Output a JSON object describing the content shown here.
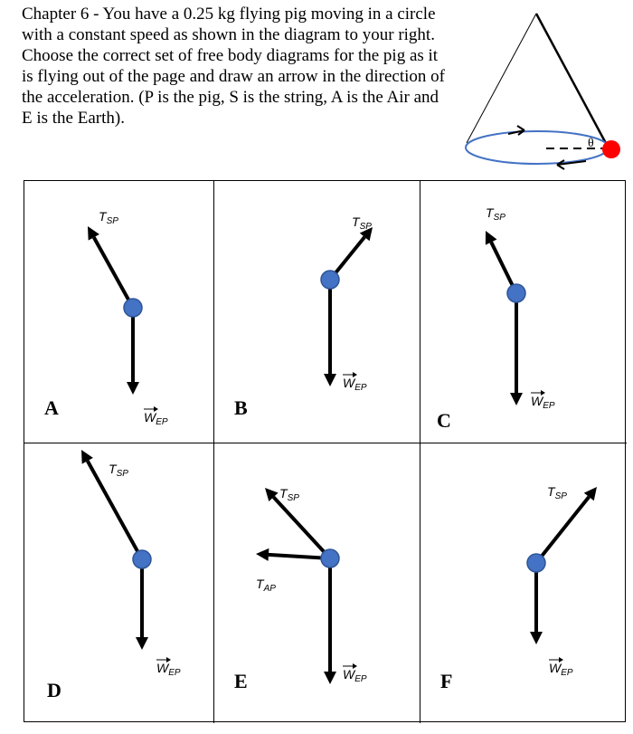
{
  "question": "Chapter 6 - You have a 0.25 kg flying pig moving in a circle with a constant speed as shown in the diagram to your right. Choose the correct set of free body diagrams for the pig as it is flying out of the page and draw an arrow in the direction of the acceleration. (P is the pig, S is the string, A is the Air and E is the Earth).",
  "figure": {
    "angle_label": "θ",
    "pig_color": "#ff0000",
    "orbit_color": "#4472c4"
  },
  "options": [
    {
      "letter": "A",
      "forces": [
        {
          "sym": "T",
          "sub": "SP",
          "vec": false
        },
        {
          "sym": "W",
          "sub": "EP",
          "vec": true
        }
      ]
    },
    {
      "letter": "B",
      "forces": [
        {
          "sym": "T",
          "sub": "SP",
          "vec": false
        },
        {
          "sym": "W",
          "sub": "EP",
          "vec": true
        }
      ]
    },
    {
      "letter": "C",
      "forces": [
        {
          "sym": "T",
          "sub": "SP",
          "vec": false
        },
        {
          "sym": "W",
          "sub": "EP",
          "vec": true
        }
      ]
    },
    {
      "letter": "D",
      "forces": [
        {
          "sym": "T",
          "sub": "SP",
          "vec": false
        },
        {
          "sym": "W",
          "sub": "EP",
          "vec": true
        }
      ]
    },
    {
      "letter": "E",
      "forces": [
        {
          "sym": "T",
          "sub": "SP",
          "vec": false
        },
        {
          "sym": "T",
          "sub": "AP",
          "vec": false
        },
        {
          "sym": "W",
          "sub": "EP",
          "vec": true
        }
      ]
    },
    {
      "letter": "F",
      "forces": [
        {
          "sym": "T",
          "sub": "SP",
          "vec": false
        },
        {
          "sym": "W",
          "sub": "EP",
          "vec": true
        }
      ]
    }
  ],
  "colors": {
    "point": "#4472c4",
    "point_stroke": "#2f5597",
    "arrow": "#000000"
  }
}
